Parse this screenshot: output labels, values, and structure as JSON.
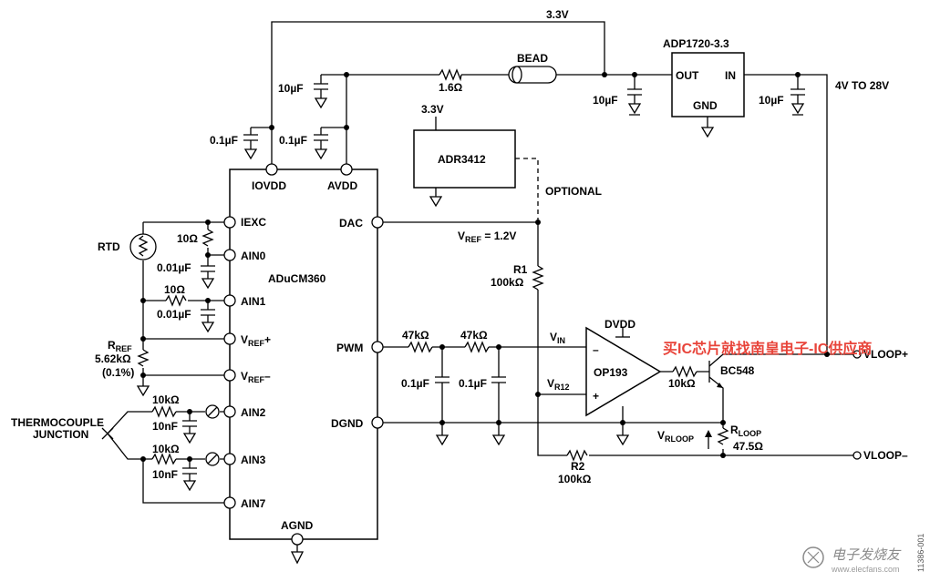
{
  "labels": {
    "rail_3v3_top": "3.3V",
    "adp_title": "ADP1720-3.3",
    "adp_out": "OUT",
    "adp_in": "IN",
    "adp_gnd": "GND",
    "vin_range": "4V TO 28V",
    "bead": "BEAD",
    "bead_res": "1.6Ω",
    "cap_10u_a": "10µF",
    "cap_10u_b": "10µF",
    "cap_10u_c": "10µF",
    "cap_01u_a": "0.1µF",
    "cap_01u_b": "0.1µF",
    "adr_supply": "3.3V",
    "adr_name": "ADR3412",
    "optional": "OPTIONAL",
    "mcu_name": "ADuCM360",
    "pin_iovdd": "IOVDD",
    "pin_avdd": "AVDD",
    "pin_iexc": "IEXC",
    "pin_ain0": "AIN0",
    "pin_ain1": "AIN1",
    "pin_ain2": "AIN2",
    "pin_ain3": "AIN3",
    "pin_ain7": "AIN7",
    "pin_dac": "DAC",
    "pin_pwm": "PWM",
    "pin_dgnd": "DGND",
    "pin_agnd": "AGND",
    "pin_vrefp_main": "V",
    "pin_vrefp_sub": "REF",
    "pin_vrefp_suffix": "+",
    "pin_vrefn_main": "V",
    "pin_vrefn_sub": "REF",
    "pin_vrefn_suffix": "–",
    "rtd": "RTD",
    "r_10a": "10Ω",
    "c_001a": "0.01µF",
    "r_10b": "10Ω",
    "c_001b": "0.01µF",
    "rref_main": "R",
    "rref_sub": "REF",
    "rref_val": "5.62kΩ",
    "rref_tol": "(0.1%)",
    "r_10k_a": "10kΩ",
    "c_10n_a": "10nF",
    "r_10k_b": "10kΩ",
    "c_10n_b": "10nF",
    "tc_line1": "THERMOCOUPLE",
    "tc_line2": "JUNCTION",
    "vref_eq_main": "V",
    "vref_eq_sub": "REF",
    "vref_eq_val": " = 1.2V",
    "r1": "R1",
    "r1_val": "100kΩ",
    "r_47k_a": "47kΩ",
    "r_47k_b": "47kΩ",
    "c_01u_c": "0.1µF",
    "c_01u_d": "0.1µF",
    "vin_main": "V",
    "vin_sub": "IN",
    "vr12_main": "V",
    "vr12_sub": "R12",
    "dvdd": "DVDD",
    "opamp": "OP193",
    "minus": "–",
    "plus": "+",
    "r_10k_base": "10kΩ",
    "bc548": "BC548",
    "rloop_main": "R",
    "rloop_sub": "LOOP",
    "rloop_val": "47.5Ω",
    "vrloop_main": "V",
    "vrloop_sub": "RLOOP",
    "r2": "R2",
    "r2_val": "100kΩ",
    "vloop_plus": "VLOOP+",
    "vloop_minus": "VLOOP–",
    "overlay_red": "买IC芯片就找南皇电子-IC供应商",
    "fig_id": "11386-001",
    "wm_logo": "电子发烧友",
    "wm_url": "www.elecfans.com"
  },
  "colors": {
    "ink": "#000000",
    "overlay": "#e8443a",
    "watermark": "#8a8a8a"
  }
}
